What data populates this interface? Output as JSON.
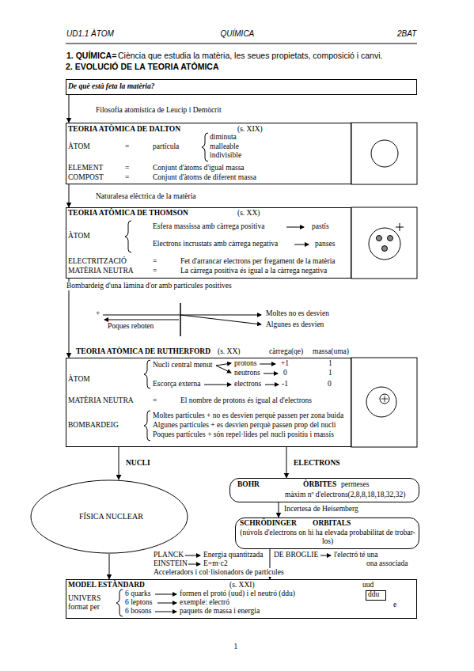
{
  "diagram": {
    "title": "2. EVOLUCIÓ DE LA TEORIA ATÒMICA",
    "nodes": [
      {
        "text": [
          "De què està feta la matèria?"
        ]
      },
      {
        "text": [
          "TEORIA ATÒMICA DE DALTON",
          "(s. XIX)",
          "ÀTOM",
          "=",
          "partícula",
          "diminuta",
          "malleable",
          "indivisible",
          "ELEMENT",
          "=",
          "Conjunt d'àtoms d'igual massa",
          "COMPOST",
          "=",
          "Conjunt d'àtoms de diferent massa"
        ]
      },
      {
        "text": [
          "TEORIA ATÒMICA DE THOMSON",
          "(s. XX)",
          "ÀTOM",
          "Esfera massissa amb càrrega positiva",
          "pastís",
          "Electrons incrustats amb càrrega negativa",
          "panses",
          "ELECTRITZACIÓ",
          "=",
          "Fet d'arrancar electrons per fregament de la matèria",
          "MATÈRIA NEUTRA",
          "=",
          "La càrrega positiva és igual a la càrrega negativa"
        ]
      },
      {
        "text": [
          "TEORIA ATÒMICA DE RUTHERFORD",
          "(s. XX)",
          "càrrega(qe)",
          "massa(uma)",
          "ÀTOM",
          "Nucli central menut",
          "protons",
          "+1",
          "1",
          "neutrons",
          "0",
          "1",
          "Escorça externa",
          "electrons",
          "-1",
          "0",
          "MATÈRIA NEUTRA",
          "=",
          "El nombre de protons és igual al d'electrons",
          "BOMBARDEIG",
          "Moltes partícules + no es desvien perquè passen per zona buida",
          "Algunes partícules + es desvien perquè passen prop del nucli",
          "Poques partícules + són repel·lides pel nucli positiu i massís"
        ]
      },
      {
        "text": [
          "FÍSICA NUCLEAR"
        ]
      },
      {
        "text": [
          "BOHR",
          "ÒRBITES",
          "permeses",
          "màxim nº d'electrons(2,8,8,18,18,32,32)"
        ]
      },
      {
        "text": [
          "SCHRÖDINGER",
          "ORBITALS",
          "(núvols d'electrons on hi ha elevada probabilitat de trobar-los)"
        ]
      },
      {
        "text": [
          "MODEL ESTÀNDARD",
          "(s. XXI)",
          "UNIVERS format per",
          "6 quarks",
          "formen el protó (uud) i el neutró (ddu)",
          "6 leptons",
          "exemple: electró",
          "6 bosons",
          "paquets de massa i energia",
          "uud",
          "e"
        ]
      },
      {
        "text": [
          "ddu"
        ],
        "in": 7
      }
    ],
    "edges": [
      {
        "from": 0,
        "to": 1,
        "arrow": "to",
        "label": "Filosofia atomística de Leucip i Demòcrit"
      },
      {
        "from": 1,
        "to": 2,
        "arrow": "to",
        "label": "Naturalesa elèctrica de la matèria"
      },
      {
        "from": 2,
        "to": 3,
        "arrow": "to"
      },
      {
        "from": 3,
        "to": 4,
        "arrow": "to",
        "label": "NUCLI"
      },
      {
        "from": 3,
        "to": 5,
        "arrow": "to",
        "label": "ELECTRONS"
      },
      {
        "from": 5,
        "to": 6,
        "arrow": "to",
        "label": "Incertesa de Heisemberg"
      },
      {
        "from": 4,
        "to": 7,
        "arrow": "to"
      },
      {
        "from": 6,
        "to": 7,
        "arrow": "to"
      }
    ],
    "labels": [
      "UD1.1 ÀTOM",
      "QUÍMICA",
      "2BAT",
      "1. QUÍMICA=",
      "Ciència que estudia la matèria, les seues propietats, composició i canvi.",
      "Bombardeig d'una làmina d'or amb partícules positives",
      "+",
      "Poques reboten",
      "Moltes no es desvien",
      "Algunes es desvien",
      "PLANCK",
      "Energia quantitzada",
      "DE BROGLIE",
      "l'electró té una",
      "ona associada",
      "EINSTEIN",
      "E=m·c2",
      "Acceleradors i col·lisionadors de partícules",
      "1"
    ]
  }
}
